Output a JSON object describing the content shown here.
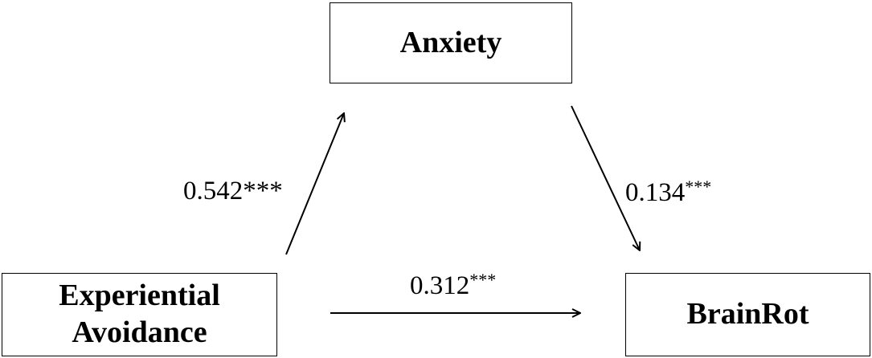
{
  "nodes": {
    "anxiety": "Anxiety",
    "experiential_avoidance_line1": "Experiential",
    "experiential_avoidance_line2": "Avoidance",
    "brainrot": "BrainRot"
  },
  "paths": {
    "ea_to_anxiety": {
      "value": "0.542",
      "stars": "***"
    },
    "anxiety_to_brainrot": {
      "value": "0.134",
      "stars": "***"
    },
    "ea_to_brainrot": {
      "value": "0.312",
      "stars": "***"
    }
  }
}
